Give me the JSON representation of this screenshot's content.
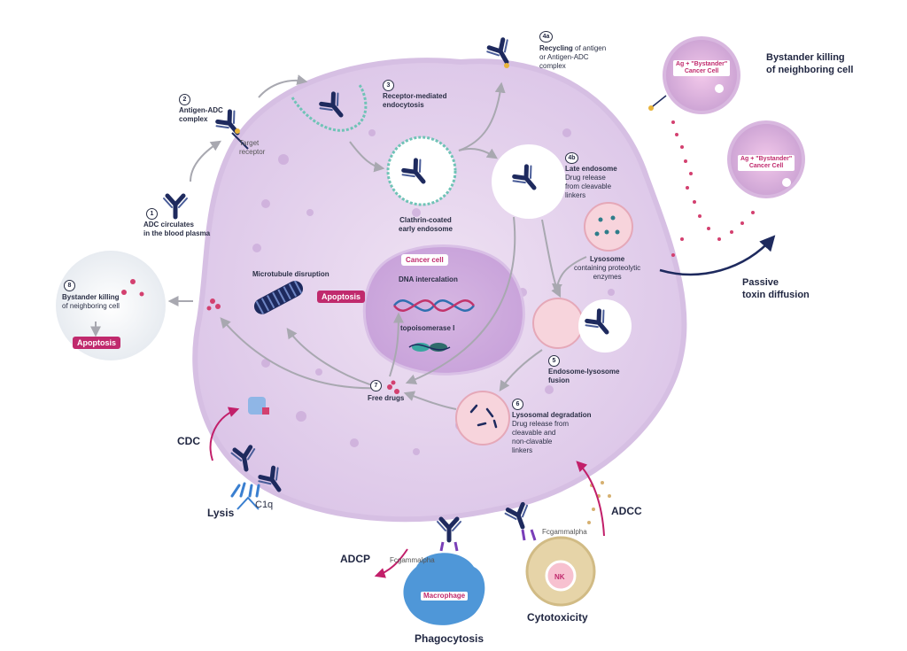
{
  "colors": {
    "cell_fill": "#eadcf0",
    "cell_edge": "#d6bfe3",
    "antibody": "#1e2a5e",
    "drug": "#d3406f",
    "apoptosis_pill": "#c02a6d",
    "lysosome": "#f7d4dc",
    "macrophage": "#4f97d8",
    "nk_cell": "#e0cda0",
    "arrow": "#a8a8b0",
    "dark_arrow": "#1e2a5e",
    "magenta_arrow": "#c21f6a"
  },
  "steps": {
    "s1": {
      "num": "1",
      "title": "ADC circulates",
      "sub": "in the blood plasma"
    },
    "s2": {
      "num": "2",
      "title": "Antigen-ADC",
      "sub": "complex"
    },
    "s2_receptor": {
      "line1": "Target",
      "line2": "receptor"
    },
    "s3": {
      "num": "3",
      "title": "Receptor-mediated",
      "sub": "endocytosis"
    },
    "early_endosome": {
      "line1": "Clathrin-coated",
      "line2": "early endosome"
    },
    "s4a": {
      "num": "4a",
      "title": "Recycling",
      "rest": " of antigen",
      "line2": "or Antigen-ADC",
      "line3": "complex"
    },
    "s4b": {
      "num": "4b",
      "title": "Late endosome",
      "line2": "Drug release",
      "line3": "from cleavable",
      "line4": "linkers"
    },
    "lysosome": {
      "title": "Lysosome",
      "line2": "containing proteolytic",
      "line3": "enzymes"
    },
    "s5": {
      "num": "5",
      "title": "Endosome-lysosome",
      "sub": "fusion"
    },
    "s6": {
      "num": "6",
      "title": "Lysosomal degradation",
      "line2": "Drug release from",
      "line3": "cleavable and",
      "line4": "non-clavable",
      "line5": "linkers"
    },
    "s7": {
      "num": "7",
      "title": "Free drugs"
    },
    "s8": {
      "num": "8",
      "title": "Bystander killing",
      "sub": "of neighboring cell",
      "pill": "Apoptosis"
    }
  },
  "nucleus": {
    "title": "Cancer cell",
    "dna": "DNA intercalation",
    "topo": "topoisomerase I",
    "apoptosis": "Apoptosis",
    "microtubule": "Microtubule disruption"
  },
  "bystander": {
    "heading_line1": "Bystander killing",
    "heading_line2": "of neighboring cell",
    "cell_label_line1": "Ag + \"Bystander\"",
    "cell_label_line2": "Cancer Cell",
    "diffusion_line1": "Passive",
    "diffusion_line2": "toxin diffusion"
  },
  "effector": {
    "cdc": "CDC",
    "lysis": "Lysis",
    "c1q": "C1q",
    "adcp": "ADCP",
    "fc1": "Fcgammalpha",
    "macrophage": "Macrophage",
    "phagocytosis": "Phagocytosis",
    "adcc": "ADCC",
    "fc2": "Fcgammalpha",
    "nk": "NK",
    "cytotoxicity": "Cytotoxicity"
  }
}
